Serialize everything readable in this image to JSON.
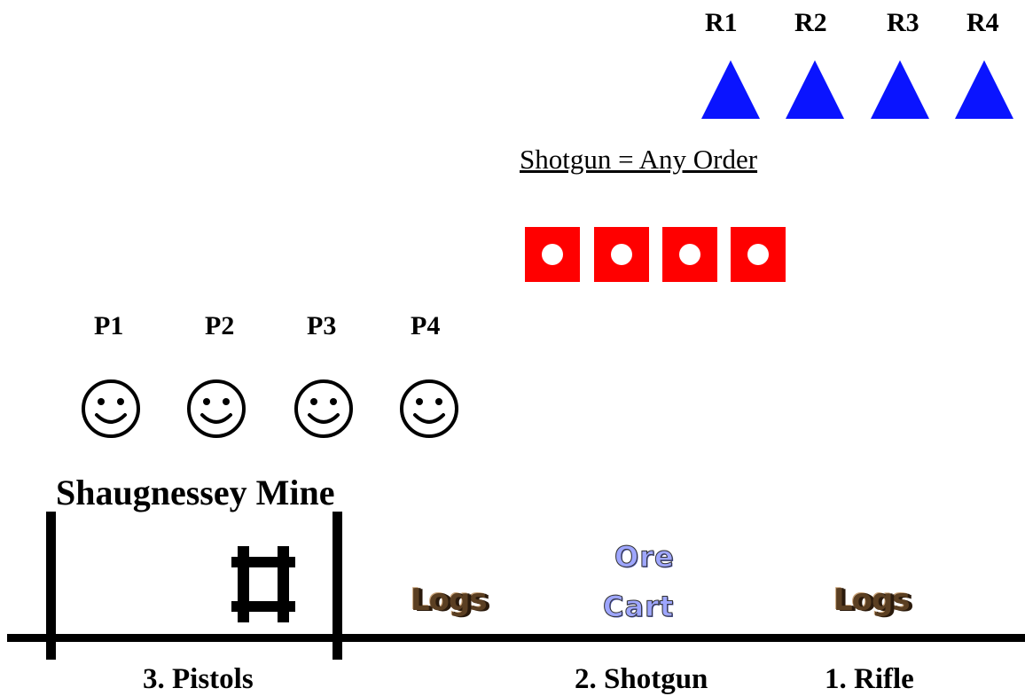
{
  "rifle_targets": {
    "labels": [
      "R1",
      "R2",
      "R3",
      "R4"
    ],
    "color": "#0a14ff",
    "icon": "triangle-target-icon"
  },
  "shotgun_note": "Shotgun = Any Order",
  "shotgun_targets": {
    "count": 4,
    "color": "#ff0000",
    "icon": "square-knockdown-target-icon"
  },
  "pistol_targets": {
    "labels": [
      "P1",
      "P2",
      "P3",
      "P4"
    ],
    "icon": "smiley-face-icon"
  },
  "mine": {
    "title": "Shaugnessey Mine",
    "icon": "mine-shaft-timber-icon"
  },
  "props": {
    "logs_left": "Logs",
    "ore_cart_line1": "Ore",
    "ore_cart_line2": "Cart",
    "logs_right": "Logs"
  },
  "stages": {
    "pistols": "3. Pistols",
    "shotgun": "2. Shotgun",
    "rifle": "1. Rifle"
  }
}
